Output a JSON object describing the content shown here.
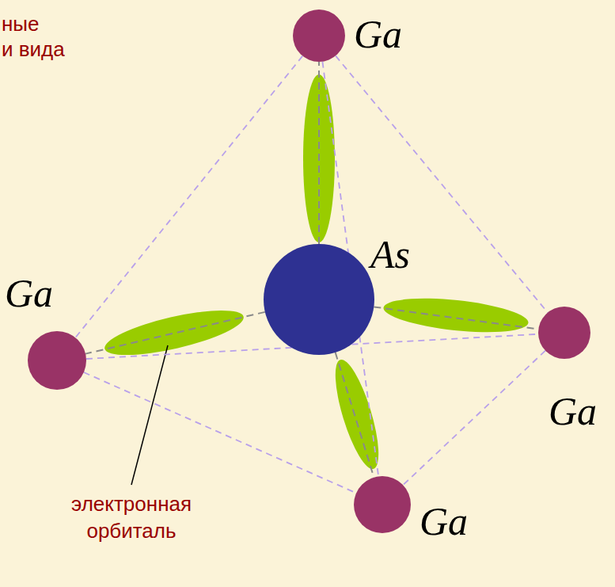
{
  "diagram": {
    "nodes": [
      {
        "text": [
          "Ga"
        ]
      },
      {
        "text": [
          "As"
        ]
      },
      {
        "text": [
          "Ga"
        ]
      },
      {
        "text": [
          "Ga"
        ]
      },
      {
        "text": [
          "Ga"
        ]
      }
    ],
    "edges": [
      {
        "from": 1,
        "to": 0,
        "arrow": "none"
      },
      {
        "from": 1,
        "to": 2,
        "arrow": "none"
      },
      {
        "from": 1,
        "to": 3,
        "arrow": "none"
      },
      {
        "from": 1,
        "to": 4,
        "arrow": "none"
      },
      {
        "from": 0,
        "to": 2,
        "arrow": "none"
      },
      {
        "from": 0,
        "to": 3,
        "arrow": "none"
      },
      {
        "from": 0,
        "to": 4,
        "arrow": "none"
      },
      {
        "from": 2,
        "to": 3,
        "arrow": "none"
      },
      {
        "from": 2,
        "to": 4,
        "arrow": "none"
      },
      {
        "from": 3,
        "to": 4,
        "arrow": "none"
      }
    ],
    "labels": [
      "ные",
      "и вида",
      "электронная орбиталь"
    ]
  }
}
